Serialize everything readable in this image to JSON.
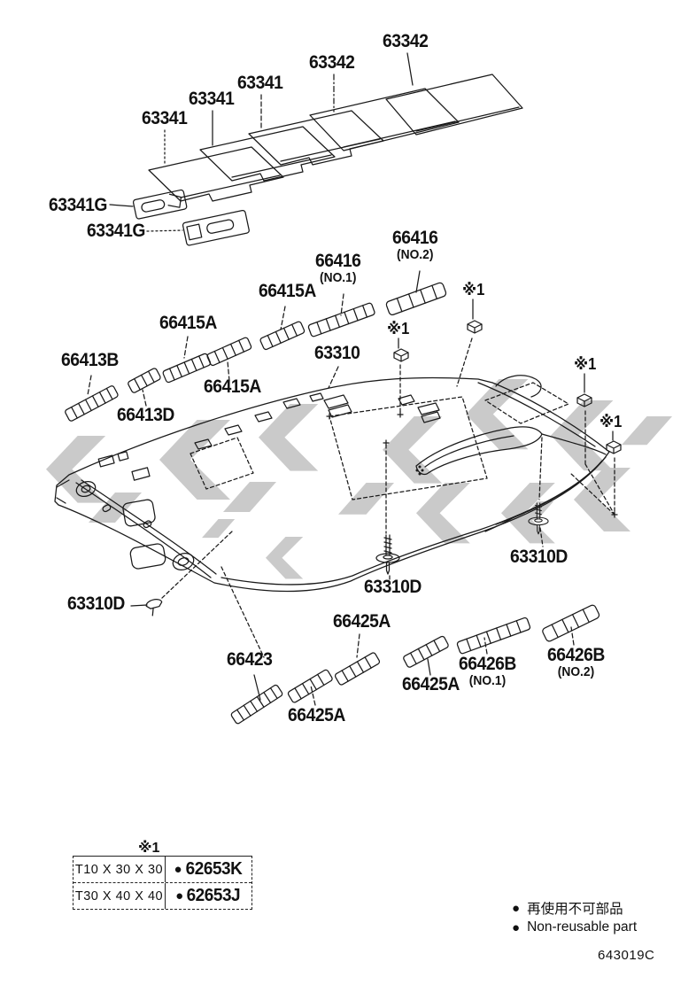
{
  "labels": [
    {
      "text": "63342"
    },
    {
      "text": "63342"
    },
    {
      "text": "63341"
    },
    {
      "text": "63341"
    },
    {
      "text": "63341"
    },
    {
      "text": "63341G"
    },
    {
      "text": "63341G"
    },
    {
      "text": "66416",
      "sub": "(NO.2)"
    },
    {
      "text": "66416",
      "sub": "(NO.1)"
    },
    {
      "text": "66415A"
    },
    {
      "text": "66415A"
    },
    {
      "text": "66413B"
    },
    {
      "text": "63310"
    },
    {
      "text": "66415A"
    },
    {
      "text": "66413D"
    },
    {
      "text": "※1"
    },
    {
      "text": "※1"
    },
    {
      "text": "※1"
    },
    {
      "text": "※1"
    },
    {
      "text": "63310D"
    },
    {
      "text": "63310D"
    },
    {
      "text": "63310D"
    },
    {
      "text": "66425A"
    },
    {
      "text": "66423"
    },
    {
      "text": "66425A"
    },
    {
      "text": "66426B",
      "sub": "(NO.1)"
    },
    {
      "text": "66426B",
      "sub": "(NO.2)"
    },
    {
      "text": "66425A"
    }
  ],
  "size_table": {
    "note": "※1",
    "rows": [
      {
        "size": "T10 X 30 X 30",
        "bullet": "●",
        "part": "62653K"
      },
      {
        "size": "T30 X 40 X 40",
        "bullet": "●",
        "part": "62653J"
      }
    ]
  },
  "legend": {
    "items": [
      {
        "bullet": "●",
        "text": "再使用不可部品"
      },
      {
        "bullet": "●",
        "text": "Non-reusable part"
      }
    ]
  },
  "code": "643019C",
  "colors": {
    "line": "#1a1a1a",
    "watermark": "#cacaca",
    "background": "#ffffff"
  }
}
